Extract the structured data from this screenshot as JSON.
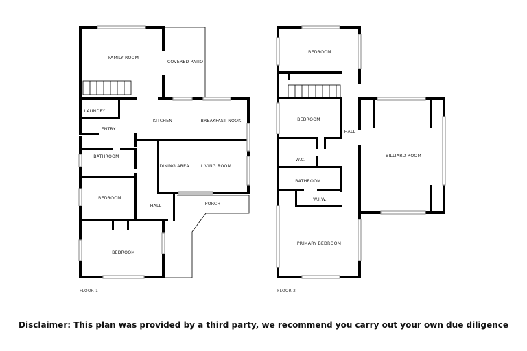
{
  "floors": [
    {
      "label": "FLOOR 1",
      "rooms": {
        "family_room": "FAMILY ROOM",
        "covered_patio": "COVERED PATIO",
        "laundry": "LAUNDRY",
        "kitchen": "KITCHEN",
        "breakfast_nook": "BREAKFAST NOOK",
        "entry": "ENTRY",
        "bathroom": "BATHROOM",
        "dining_area": "DINING AREA",
        "living_room": "LIVING ROOM",
        "bedroom_a": "BEDROOM",
        "hall": "HALL",
        "porch": "PORCH",
        "bedroom_b": "BEDROOM"
      }
    },
    {
      "label": "FLOOR 2",
      "rooms": {
        "bedroom_top": "BEDROOM",
        "bedroom_mid": "BEDROOM",
        "hall": "HALL",
        "billiard_room": "BILLIARD ROOM",
        "wc": "W.C.",
        "bathroom": "BATHROOM",
        "wiw": "W.I.W.",
        "primary_bedroom": "PRIMARY BEDROOM"
      }
    }
  ],
  "disclaimer": "Disclaimer: This plan was provided by a third party, we recommend you carry out your own due diligence"
}
